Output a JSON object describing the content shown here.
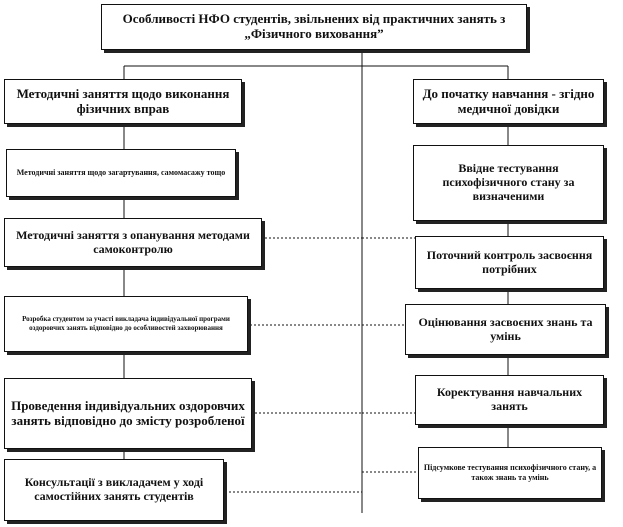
{
  "title": "Особливості НФО студентів, звільнених від практичних занять з „Фізичного виховання”",
  "left_column": [
    "Методичні заняття щодо виконання фізичних вправ",
    "Методичні заняття щодо загартування, самомасажу тощо",
    "Методичні заняття з опанування методами самоконтролю",
    "Розробка студентом за участі викладача індивідуальної програми оздоровчих занять відповідно до особливостей захворювання",
    "Проведення індивідуальних оздоровчих занять відповідно до змісту розробленої",
    "Консультації з викладачем у ході самостійних занять студентів"
  ],
  "right_column": [
    "До початку навчання - згідно медичної довідки",
    "Ввідне тестування психофізичного стану за визначеними",
    "Поточний контроль засвоєння потрібних",
    "Оцінювання засвоєних знань та умінь",
    "Коректування навчальних занять",
    "Підсумкове тестування психофізичного стану, а також знань та умінь"
  ]
}
